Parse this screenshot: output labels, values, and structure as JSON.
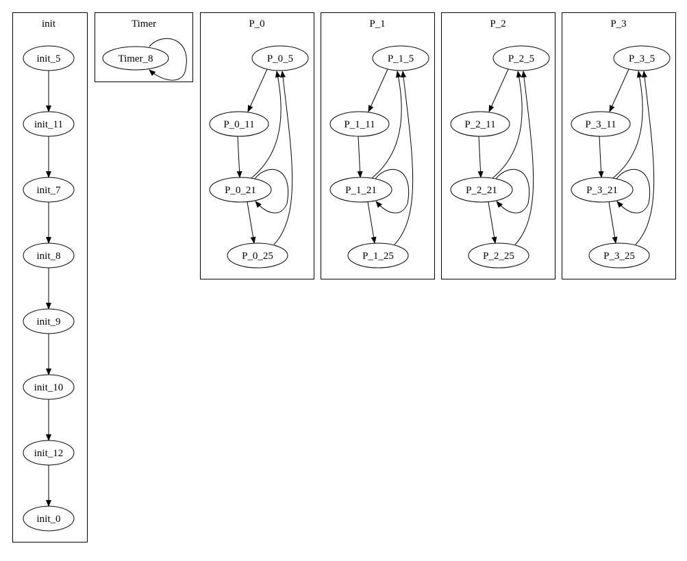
{
  "clusters": [
    {
      "id": "init",
      "label": "init",
      "kind": "chain",
      "nodes": [
        "init_5",
        "init_11",
        "init_7",
        "init_8",
        "init_9",
        "init_10",
        "init_12",
        "init_0"
      ],
      "edges": [
        [
          "init_5",
          "init_11"
        ],
        [
          "init_11",
          "init_7"
        ],
        [
          "init_7",
          "init_8"
        ],
        [
          "init_8",
          "init_9"
        ],
        [
          "init_9",
          "init_10"
        ],
        [
          "init_10",
          "init_12"
        ],
        [
          "init_12",
          "init_0"
        ]
      ]
    },
    {
      "id": "Timer",
      "label": "Timer",
      "kind": "timer",
      "nodes": [
        "Timer_8"
      ],
      "edges": [
        [
          "Timer_8",
          "Timer_8"
        ]
      ]
    },
    {
      "id": "P_0",
      "label": "P_0",
      "kind": "process",
      "nodes": [
        "P_0_5",
        "P_0_11",
        "P_0_21",
        "P_0_25"
      ],
      "edges": [
        [
          "P_0_5",
          "P_0_11"
        ],
        [
          "P_0_11",
          "P_0_21"
        ],
        [
          "P_0_21",
          "P_0_21"
        ],
        [
          "P_0_21",
          "P_0_25"
        ],
        [
          "P_0_21",
          "P_0_5"
        ],
        [
          "P_0_25",
          "P_0_5"
        ]
      ]
    },
    {
      "id": "P_1",
      "label": "P_1",
      "kind": "process",
      "nodes": [
        "P_1_5",
        "P_1_11",
        "P_1_21",
        "P_1_25"
      ],
      "edges": [
        [
          "P_1_5",
          "P_1_11"
        ],
        [
          "P_1_11",
          "P_1_21"
        ],
        [
          "P_1_21",
          "P_1_21"
        ],
        [
          "P_1_21",
          "P_1_25"
        ],
        [
          "P_1_21",
          "P_1_5"
        ],
        [
          "P_1_25",
          "P_1_5"
        ]
      ]
    },
    {
      "id": "P_2",
      "label": "P_2",
      "kind": "process",
      "nodes": [
        "P_2_5",
        "P_2_11",
        "P_2_21",
        "P_2_25"
      ],
      "edges": [
        [
          "P_2_5",
          "P_2_11"
        ],
        [
          "P_2_11",
          "P_2_21"
        ],
        [
          "P_2_21",
          "P_2_21"
        ],
        [
          "P_2_21",
          "P_2_25"
        ],
        [
          "P_2_21",
          "P_2_5"
        ],
        [
          "P_2_25",
          "P_2_5"
        ]
      ]
    },
    {
      "id": "P_3",
      "label": "P_3",
      "kind": "process",
      "nodes": [
        "P_3_5",
        "P_3_11",
        "P_3_21",
        "P_3_25"
      ],
      "edges": [
        [
          "P_3_5",
          "P_3_11"
        ],
        [
          "P_3_11",
          "P_3_21"
        ],
        [
          "P_3_21",
          "P_3_21"
        ],
        [
          "P_3_21",
          "P_3_25"
        ],
        [
          "P_3_21",
          "P_3_5"
        ],
        [
          "P_3_25",
          "P_3_5"
        ]
      ]
    }
  ]
}
